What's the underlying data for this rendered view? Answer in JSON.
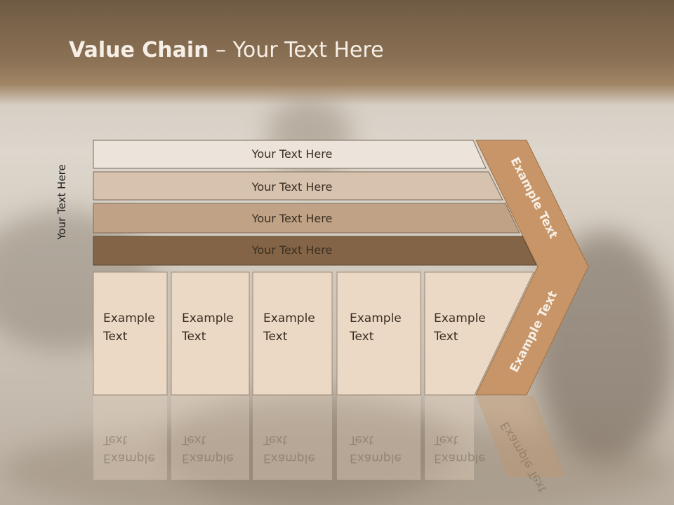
{
  "title": {
    "bold": "Value Chain",
    "rest": " – Your Text Here"
  },
  "side_label": "Your Text Here",
  "rows": [
    {
      "label": "Your Text Here",
      "color": "#ece4da"
    },
    {
      "label": "Your Text Here",
      "color": "#d6c2ad"
    },
    {
      "label": "Your Text Here",
      "color": "#c0a386"
    },
    {
      "label": "Your Text Here",
      "color": "#836446"
    }
  ],
  "boxes": [
    {
      "line1": "Example",
      "line2": "Text"
    },
    {
      "line1": "Example",
      "line2": "Text"
    },
    {
      "line1": "Example",
      "line2": "Text"
    },
    {
      "line1": "Example",
      "line2": "Text"
    },
    {
      "line1": "Example",
      "line2": "Text"
    }
  ],
  "chevron": {
    "top_label": "Example Text",
    "bottom_label": "Example Text",
    "color": "#c79567"
  },
  "colors": {
    "box_fill": "#ecd9c5",
    "header": "#7d654b"
  }
}
